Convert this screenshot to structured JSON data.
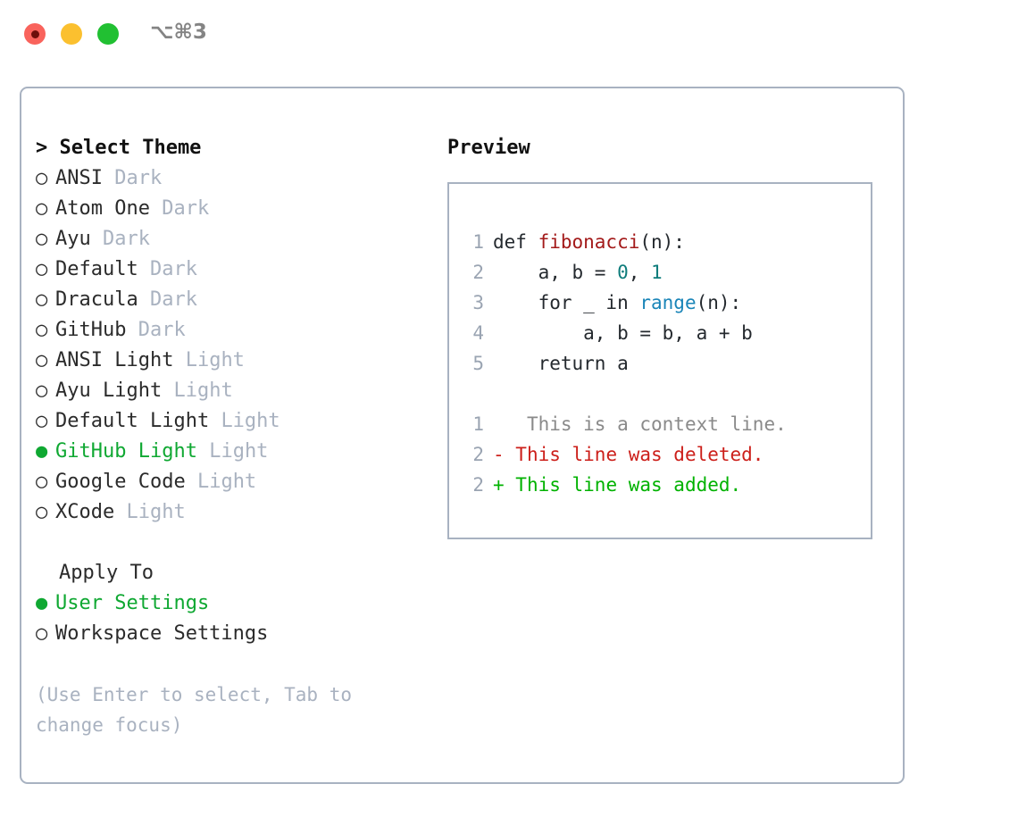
{
  "titlebar": {
    "shortcut": "⌥⌘3",
    "lights": [
      {
        "name": "close",
        "color": "#f9635c"
      },
      {
        "name": "minimize",
        "color": "#fbc02f"
      },
      {
        "name": "maximize",
        "color": "#21c032"
      }
    ]
  },
  "theme_picker": {
    "heading": "> Select Theme",
    "selected_bullet": "●",
    "unselected_bullet": "○",
    "selected_color": "#0fa832",
    "variant_color": "#a9b2c0",
    "items": [
      {
        "bullet": "○",
        "name": "ANSI",
        "variant": "Dark",
        "selected": false
      },
      {
        "bullet": "○",
        "name": "Atom One",
        "variant": "Dark",
        "selected": false
      },
      {
        "bullet": "○",
        "name": "Ayu",
        "variant": "Dark",
        "selected": false
      },
      {
        "bullet": "○",
        "name": "Default",
        "variant": "Dark",
        "selected": false
      },
      {
        "bullet": "○",
        "name": "Dracula",
        "variant": "Dark",
        "selected": false
      },
      {
        "bullet": "○",
        "name": "GitHub",
        "variant": "Dark",
        "selected": false
      },
      {
        "bullet": "○",
        "name": "ANSI Light",
        "variant": "Light",
        "selected": false
      },
      {
        "bullet": "○",
        "name": "Ayu Light",
        "variant": "Light",
        "selected": false
      },
      {
        "bullet": "○",
        "name": "Default Light",
        "variant": "Light",
        "selected": false
      },
      {
        "bullet": "●",
        "name": "GitHub Light",
        "variant": "Light",
        "selected": true
      },
      {
        "bullet": "○",
        "name": "Google Code",
        "variant": "Light",
        "selected": false
      },
      {
        "bullet": "○",
        "name": "XCode",
        "variant": "Light",
        "selected": false
      }
    ]
  },
  "apply_to": {
    "heading": "Apply To",
    "items": [
      {
        "bullet": "●",
        "label": "User Settings",
        "selected": true
      },
      {
        "bullet": "○",
        "label": "Workspace Settings",
        "selected": false
      }
    ]
  },
  "help_text": "(Use Enter to select, Tab to change focus)",
  "preview": {
    "title": "Preview",
    "code_lines": [
      {
        "number": "1",
        "segments": [
          {
            "text": "def ",
            "style": "plain"
          },
          {
            "text": "fibonacci",
            "style": "fn"
          },
          {
            "text": "(n):",
            "style": "plain"
          }
        ]
      },
      {
        "number": "2",
        "segments": [
          {
            "text": "    a, b = ",
            "style": "plain"
          },
          {
            "text": "0",
            "style": "num"
          },
          {
            "text": ", ",
            "style": "plain"
          },
          {
            "text": "1",
            "style": "num"
          }
        ]
      },
      {
        "number": "3",
        "segments": [
          {
            "text": "    for _ in ",
            "style": "plain"
          },
          {
            "text": "range",
            "style": "call"
          },
          {
            "text": "(n):",
            "style": "plain"
          }
        ]
      },
      {
        "number": "4",
        "segments": [
          {
            "text": "        a, b = b, a + b",
            "style": "plain"
          }
        ]
      },
      {
        "number": "5",
        "segments": [
          {
            "text": "    return a",
            "style": "plain"
          }
        ]
      }
    ],
    "diff_lines": [
      {
        "number": "1",
        "marker": " ",
        "text": "  This is a context line.",
        "kind": "ctx"
      },
      {
        "number": "2",
        "marker": "-",
        "text": " This line was deleted.",
        "kind": "del"
      },
      {
        "number": "2",
        "marker": "+",
        "text": " This line was added.",
        "kind": "add"
      }
    ],
    "colors": {
      "function": "#a31a1a",
      "number": "#0e7c7b",
      "call": "#1a85b8",
      "context": "#8a8a8a",
      "deleted": "#cc1f1a",
      "added": "#00b200",
      "line_number": "#9aa4b2",
      "border": "#a8b2c1"
    }
  }
}
